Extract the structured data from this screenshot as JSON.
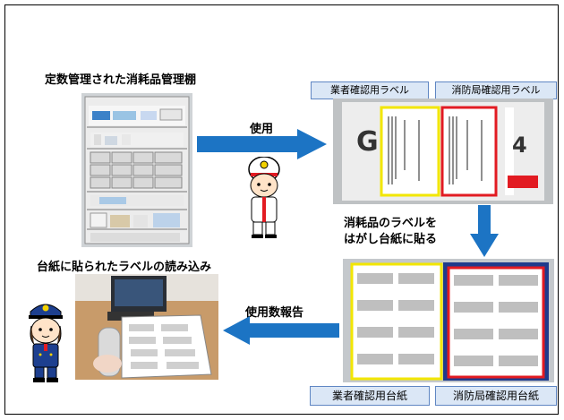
{
  "title_shelf": "定数管理された消耗品管理棚",
  "title_board": "台紙に貼られたラベルの読み込み",
  "arrow_use": "使用",
  "arrow_report": "使用数報告",
  "step_note_line1": "消耗品のラベルを",
  "step_note_line2": "はがし台紙に貼る",
  "label_vendor": "業者確認用ラベル",
  "label_fire": "消防局確認用ラベル",
  "sheet_vendor": "業者確認用台紙",
  "sheet_fire": "消防局確認用台紙",
  "colors": {
    "arrow": "#1c74c4",
    "tag_bg": "#dbe7f6",
    "yellow": "#f2e600",
    "red": "#e21b22",
    "navy": "#1d3f8f"
  }
}
